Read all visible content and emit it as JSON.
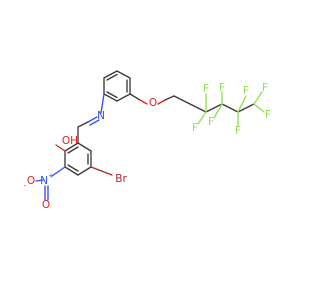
{
  "molecule": {
    "atoms": {
      "OH": "OH",
      "N_imine": "N",
      "O_ether": "O",
      "N_nitro": "N",
      "N_nitro_charge": "+",
      "O_nitro_single": "O",
      "O_nitro_single_charge": "-",
      "O_nitro_double": "O",
      "Br": "Br",
      "F1": "F",
      "F2": "F",
      "F3": "F",
      "F4": "F",
      "F5": "F",
      "F6": "F",
      "F7": "F",
      "F8": "F"
    }
  },
  "colors": {
    "carbon_bond": "#3a3a3a",
    "oxygen": "#e2231a",
    "nitrogen": "#3050f8",
    "fluorine": "#90e050",
    "bromine": "#a62929"
  }
}
